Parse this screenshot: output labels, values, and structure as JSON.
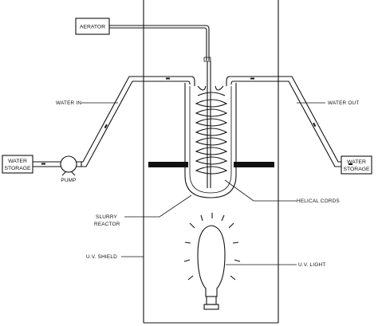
{
  "diagram": {
    "labels": {
      "aerator": "AERATOR",
      "water_in": "WATER IN",
      "water_out": "WATER OUT",
      "water_storage_left_l1": "WATER",
      "water_storage_left_l2": "STORAGE",
      "water_storage_right_l1": "WATER",
      "water_storage_right_l2": "STORAGE",
      "pump": "PUMP",
      "helical_cords": "HELICAL CORDS",
      "slurry_reactor_l1": "SLURRY",
      "slurry_reactor_l2": "REACTOR",
      "uv_shield": "U.V. SHIELD",
      "uv_light": "U.V. LIGHT"
    }
  }
}
